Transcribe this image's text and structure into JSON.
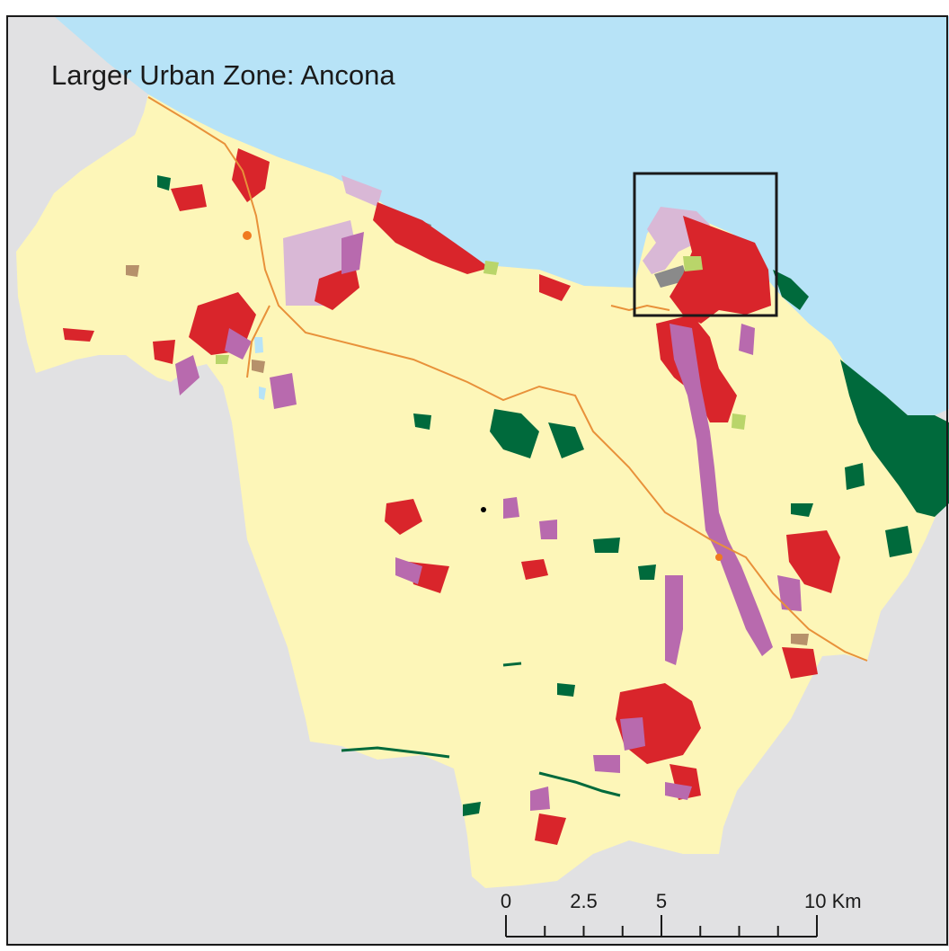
{
  "map": {
    "title": "Larger Urban Zone: Ancona",
    "scale_bar": {
      "labels": [
        "0",
        "2.5",
        "5",
        "10 Km"
      ],
      "values_km": [
        0,
        2.5,
        5,
        10
      ],
      "minor_step_km": 1.25
    },
    "colors": {
      "sea": "#b7e3f7",
      "outside_land": "#e1e1e3",
      "agricultural": "#fdf6b8",
      "urban_fabric": "#d9252b",
      "industrial_commercial": "#b86aae",
      "port_area": "#d9b8d6",
      "forest": "#006a3c",
      "green_urban": "#b9d56a",
      "roads": "#e8913a",
      "frame": "#1a1a1a"
    }
  }
}
